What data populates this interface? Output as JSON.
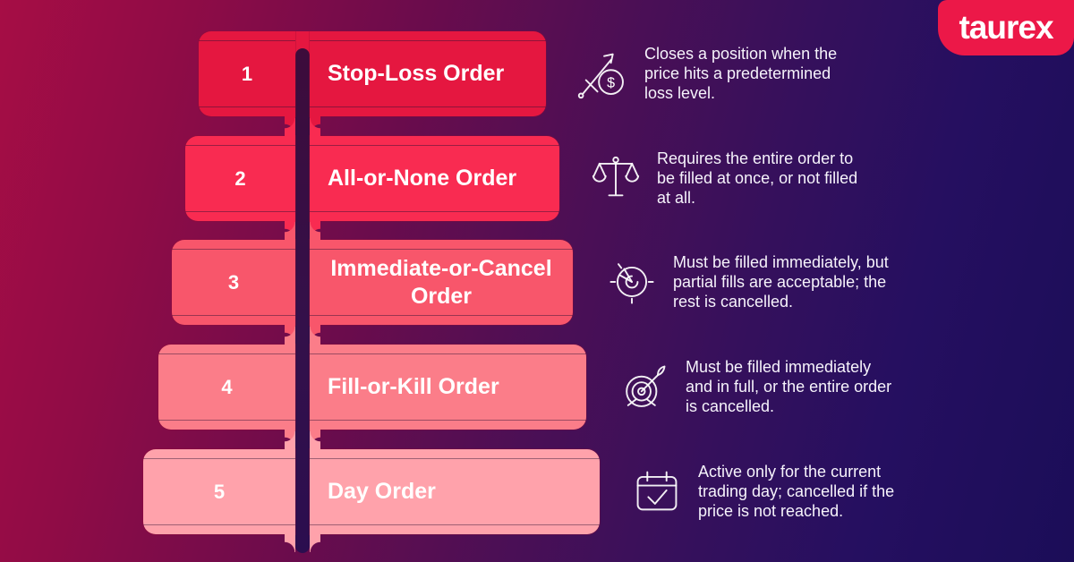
{
  "logo": {
    "text": "taurex",
    "bg_color": "#ec1848"
  },
  "colors": {
    "background_left": "#a60d45",
    "background_right": "#1b0d58",
    "channel_top": "#3d0c3b",
    "channel_bottom": "#2b0e4f"
  },
  "rows": [
    {
      "num": "1",
      "label": "Stop-Loss Order",
      "icon": "sword-dollar-icon",
      "color": "#e51740",
      "desc": [
        "Closes a position when the",
        "price hits a predetermined",
        "loss level."
      ]
    },
    {
      "num": "2",
      "label": "All-or-None Order",
      "icon": "scales-icon",
      "color": "#f92b51",
      "desc": [
        "Requires the entire order to",
        "be filled at once, or not filled",
        "at all."
      ]
    },
    {
      "num": "3",
      "label": "Immediate-or-Cancel Order",
      "icon": "timer-icon",
      "color": "#f8566b",
      "desc": [
        "Must be filled immediately, but",
        "partial fills are acceptable; the",
        "rest is cancelled."
      ]
    },
    {
      "num": "4",
      "label": "Fill-or-Kill Order",
      "icon": "target-arrow-icon",
      "color": "#fb7d89",
      "desc": [
        "Must be filled immediately",
        "and in full, or the entire order",
        "is cancelled."
      ]
    },
    {
      "num": "5",
      "label": "Day Order",
      "icon": "calendar-check-icon",
      "color": "#ffa2ab",
      "desc": [
        "Active only for the current",
        "trading day; cancelled if the",
        "price is not reached."
      ]
    }
  ]
}
